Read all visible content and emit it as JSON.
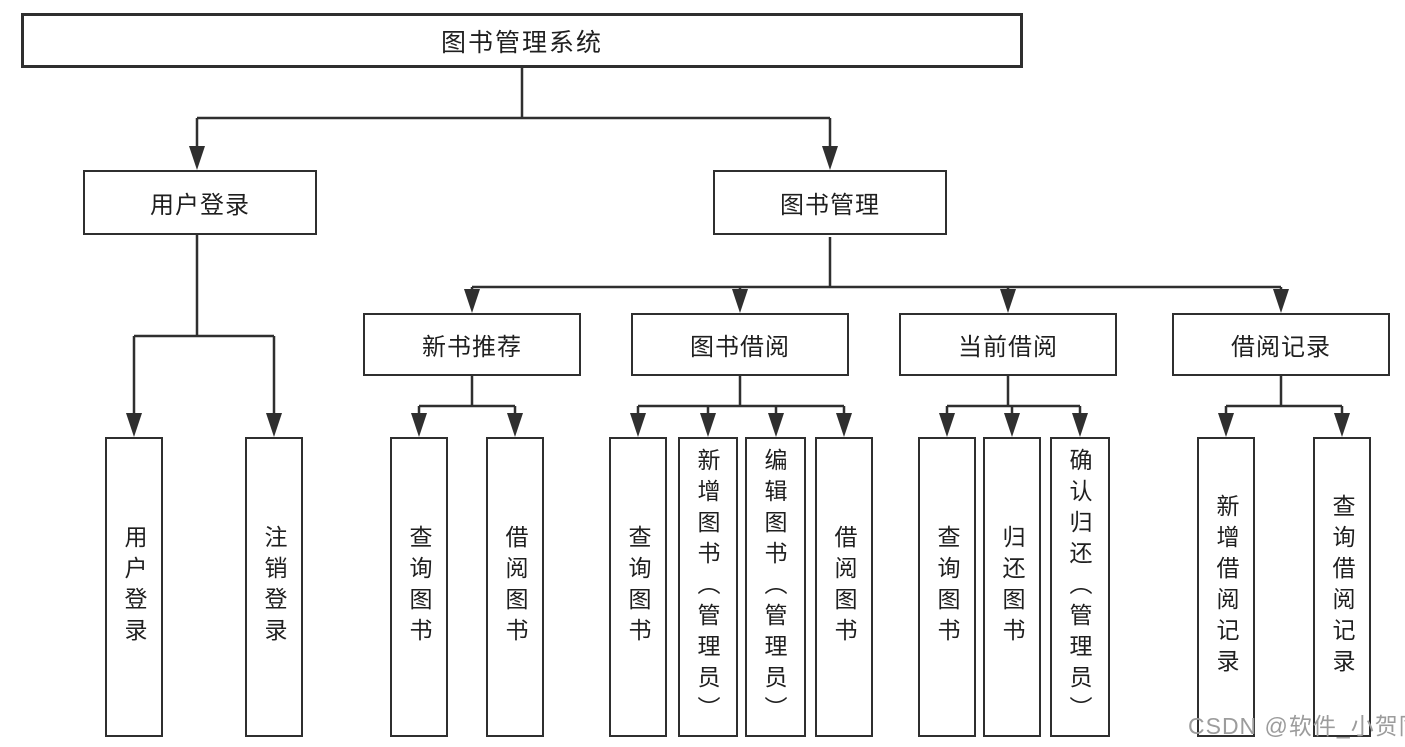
{
  "tree": {
    "label": "图书管理系统",
    "children": [
      {
        "label": "用户登录",
        "children": [
          {
            "label": "用户登录"
          },
          {
            "label": "注销登录"
          }
        ]
      },
      {
        "label": "图书管理",
        "children": [
          {
            "label": "新书推荐",
            "children": [
              {
                "label": "查询图书"
              },
              {
                "label": "借阅图书"
              }
            ]
          },
          {
            "label": "图书借阅",
            "children": [
              {
                "label": "查询图书"
              },
              {
                "label": "新增图书（管理员）"
              },
              {
                "label": "编辑图书（管理员）"
              },
              {
                "label": "借阅图书"
              }
            ]
          },
          {
            "label": "当前借阅",
            "children": [
              {
                "label": "查询图书"
              },
              {
                "label": "归还图书"
              },
              {
                "label": "确认归还（管理员）"
              }
            ]
          },
          {
            "label": "借阅记录",
            "children": [
              {
                "label": "新增借阅记录"
              },
              {
                "label": "查询借阅记录"
              }
            ]
          }
        ]
      }
    ]
  },
  "watermark": {
    "text": "CSDN @软件_小贺同学"
  },
  "colors": {
    "line": "#2f2f2f",
    "text": "#1f1f1f",
    "watermark": "#9c9c9c",
    "background": "#ffffff"
  }
}
